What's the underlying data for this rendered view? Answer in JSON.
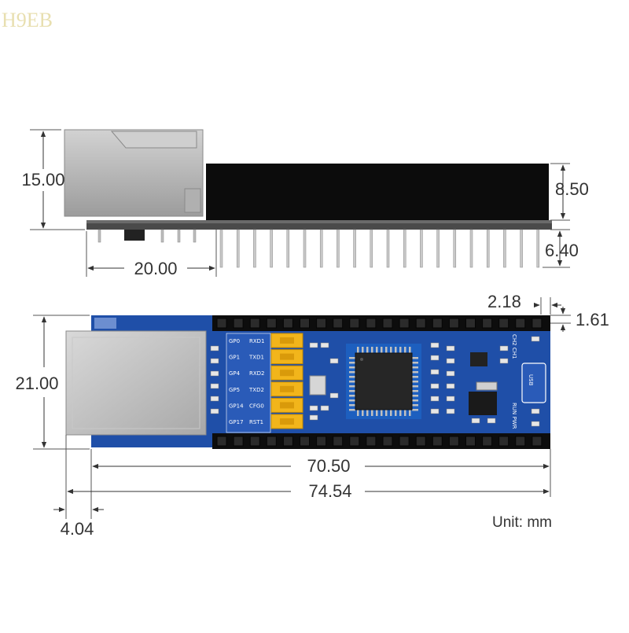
{
  "watermark": "H9EB",
  "side_view": {
    "height_total": "15.00",
    "header_height": "8.50",
    "pin_length": "6.40",
    "jack_length": "20.00"
  },
  "top_view": {
    "pin_pitch_offset": "2.18",
    "edge_offset": "1.61",
    "board_width": "21.00",
    "header_span": "70.50",
    "total_length": "74.54",
    "jack_overhang": "4.04"
  },
  "silkscreen": {
    "gpio_labels": [
      "GP0",
      "GP1",
      "GP4",
      "GP5",
      "GP14",
      "GP17"
    ],
    "signal_labels": [
      "RXD1",
      "TXD1",
      "RXD2",
      "TXD2",
      "CFG0",
      "RST1"
    ],
    "led_labels": "CH2 CH1",
    "status_labels": "RUN PWR",
    "usb_label": "USB"
  },
  "unit_label": "Unit: mm",
  "colors": {
    "pcb_blue": "#1f4fa8",
    "header_black": "#0d0d0d",
    "jumper_yellow": "#f2b51b",
    "metal_gray": "#b8b8b8",
    "dimension_line": "#333333"
  }
}
